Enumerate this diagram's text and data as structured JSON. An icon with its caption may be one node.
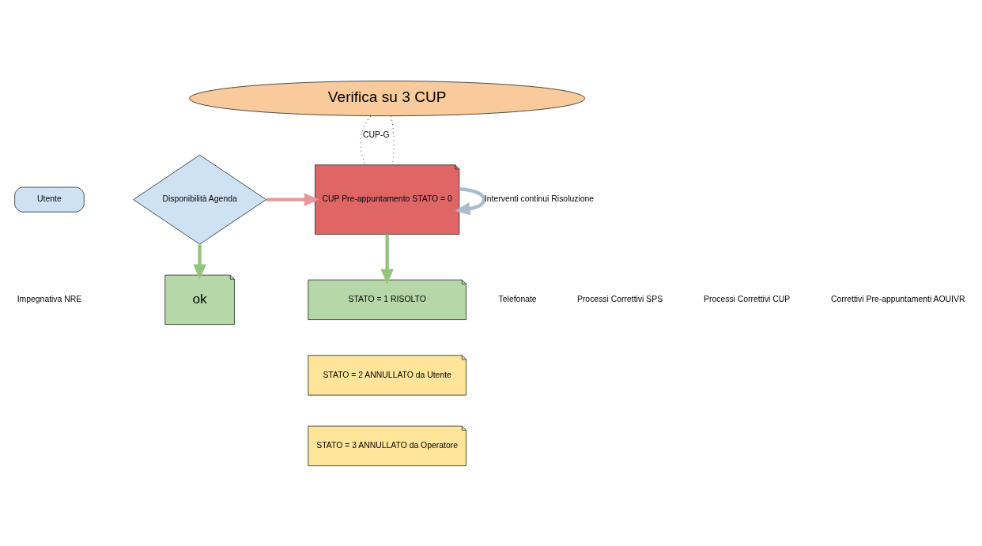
{
  "diagram": {
    "nodes": [
      {
        "text": [
          "Verifica su 3 CUP"
        ]
      },
      {
        "text": [
          "Utente"
        ]
      },
      {
        "text": [
          "Disponibilità Agenda"
        ]
      },
      {
        "text": [
          "CUP Pre-appuntamento STATO = 0"
        ]
      },
      {
        "text": [
          "ok"
        ]
      },
      {
        "text": [
          "STATO = 1 RISOLTO"
        ]
      },
      {
        "text": [
          "STATO = 2 ANNULLATO da Utente"
        ]
      },
      {
        "text": [
          "STATO = 3 ANNULLATO da Operatore"
        ]
      }
    ],
    "edges": [
      {
        "from": 2,
        "to": 3,
        "arrow": "to",
        "color": "#e6999a"
      },
      {
        "from": 2,
        "to": 4,
        "arrow": "to"
      },
      {
        "from": 3,
        "to": 5,
        "arrow": "to"
      },
      {
        "from": 3,
        "to": 3,
        "arrow": "to",
        "color": "#a9bccd",
        "label": "Interventi continui Risoluzione"
      },
      {
        "from": 0,
        "to": 3,
        "arrow": "none",
        "style": "dashed",
        "color": "#333333",
        "label": "CUP-G"
      },
      {
        "from": 0,
        "to": 3,
        "arrow": "none",
        "style": "dashed",
        "color": "#333333"
      }
    ],
    "labels": [
      "Impegnativa NRE",
      "Telefonate",
      "Processi Correttivi SPS",
      "Processi Correttivi CUP",
      "Correttivi Pre-appuntamenti AOUIVR"
    ]
  }
}
